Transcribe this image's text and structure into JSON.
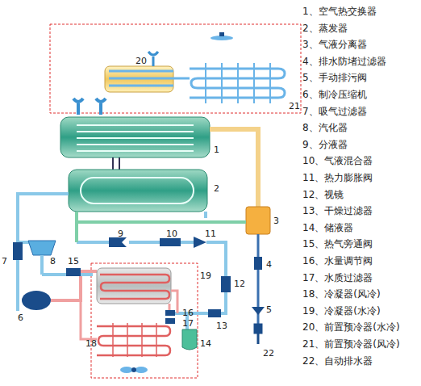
{
  "diagram": {
    "labels": [
      "20",
      "21",
      "1",
      "2",
      "3",
      "7",
      "8",
      "9",
      "10",
      "11",
      "15",
      "19",
      "12",
      "4",
      "6",
      "5",
      "16",
      "17",
      "13",
      "14",
      "18",
      "22",
      "1、空气热交换器",
      "2、蒸发器",
      "3、气液分离器",
      "4、排水防堵过滤器",
      "5、手动排污阀",
      "6、制冷压缩机",
      "7、吸气过滤器",
      "8、汽化器",
      "9、分液器",
      "10、气液混合器",
      "11、热力膨胀阀",
      "12、视镜",
      "13、干燥过滤器",
      "14、储液器",
      "15、热气旁通阀",
      "16、水量调节阀",
      "17、水质过滤器",
      "18、冷凝器(风冷)",
      "19、冷凝器(水冷)",
      "20、前置预冷器(水冷)",
      "21、前置预冷器(风冷)",
      "22、自动排水器"
    ]
  }
}
